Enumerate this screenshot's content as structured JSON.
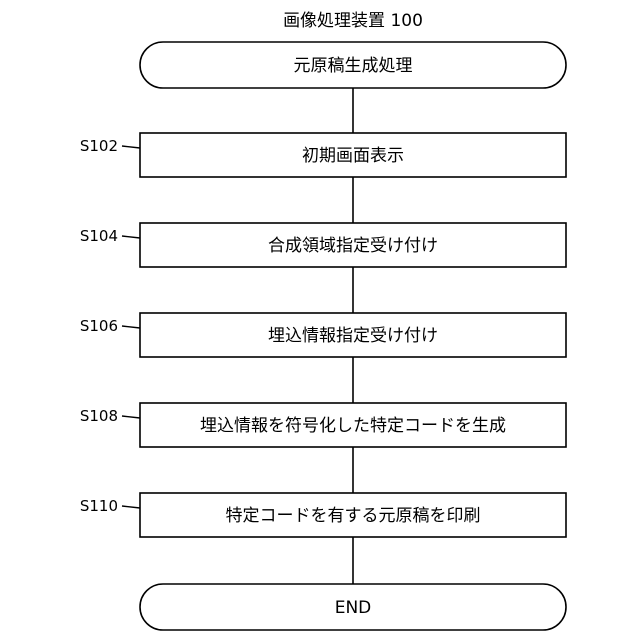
{
  "title": "画像処理装置 100",
  "start": {
    "label": "元原稿生成処理"
  },
  "steps": [
    {
      "id": "S102",
      "label": "初期画面表示"
    },
    {
      "id": "S104",
      "label": "合成領域指定受け付け"
    },
    {
      "id": "S106",
      "label": "埋込情報指定受け付け"
    },
    {
      "id": "S108",
      "label": "埋込情報を符号化した特定コードを生成"
    },
    {
      "id": "S110",
      "label": "特定コードを有する元原稿を印刷"
    }
  ],
  "end": {
    "label": "END"
  }
}
